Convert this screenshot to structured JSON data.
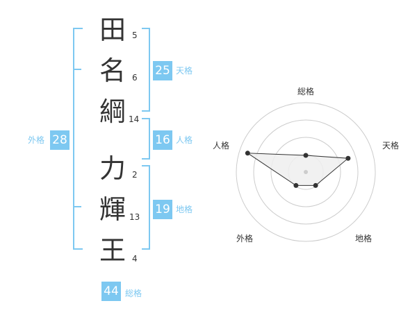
{
  "name": {
    "characters": [
      "田",
      "名",
      "綱",
      "力",
      "輝",
      "王"
    ],
    "strokes": [
      "5",
      "6",
      "14",
      "2",
      "13",
      "4"
    ]
  },
  "fortunes": {
    "tenkaku": {
      "label": "天格",
      "value": "25"
    },
    "jinkaku": {
      "label": "人格",
      "value": "16"
    },
    "chikaku": {
      "label": "地格",
      "value": "19"
    },
    "gaikaku": {
      "label": "外格",
      "value": "28"
    },
    "soukaku": {
      "label": "総格",
      "value": "44"
    }
  },
  "chart_data": {
    "type": "radar",
    "axes": [
      "総格",
      "天格",
      "地格",
      "外格",
      "人格"
    ],
    "values": [
      1.2,
      3.2,
      1.2,
      1.2,
      4.4
    ],
    "max": 5,
    "rings": 4,
    "colors": {
      "fill": "#eeeeee",
      "line": "#333333",
      "grid": "#cccccc",
      "accent": "#7dc8f1"
    }
  }
}
